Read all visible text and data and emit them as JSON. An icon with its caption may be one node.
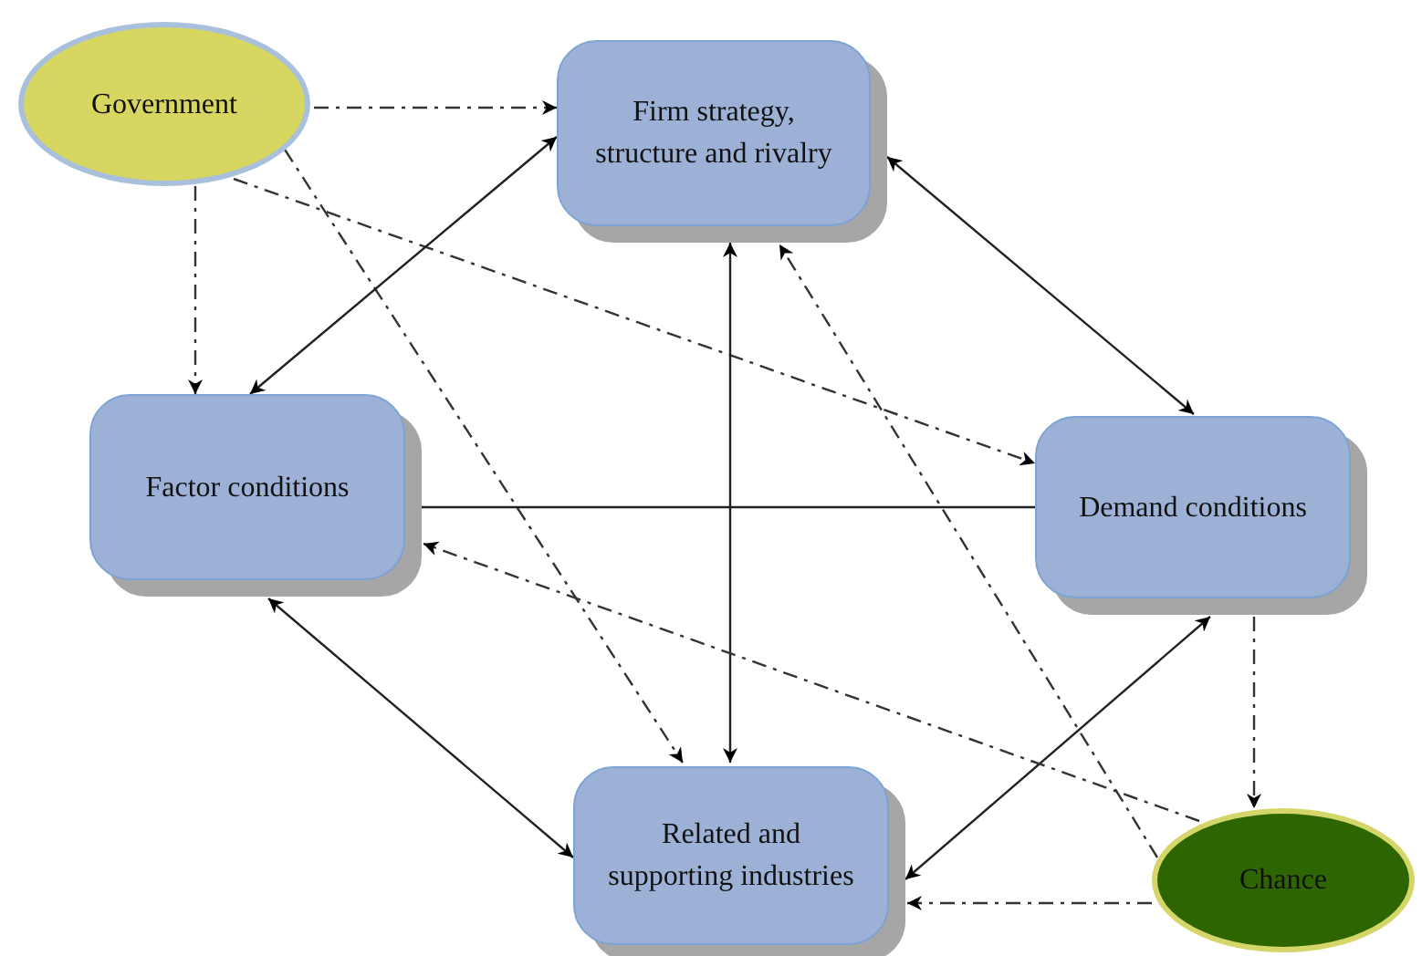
{
  "diagram": {
    "nodes": [
      {
        "text": [
          "Government"
        ]
      },
      {
        "text": [
          "Firm strategy, structure and rivalry"
        ]
      },
      {
        "text": [
          "Factor conditions"
        ]
      },
      {
        "text": [
          "Demand conditions"
        ]
      },
      {
        "text": [
          "Related and supporting industries"
        ]
      },
      {
        "text": [
          "Chance"
        ]
      }
    ],
    "edges": [
      {
        "from": 0,
        "to": 1,
        "arrow": "to",
        "style": "dashed"
      },
      {
        "from": 0,
        "to": 2,
        "arrow": "to",
        "style": "dashed"
      },
      {
        "from": 0,
        "to": 3,
        "arrow": "to",
        "style": "dashed"
      },
      {
        "from": 0,
        "to": 4,
        "arrow": "to",
        "style": "dashed"
      },
      {
        "from": 1,
        "to": 2,
        "arrow": "both"
      },
      {
        "from": 1,
        "to": 3,
        "arrow": "both"
      },
      {
        "from": 1,
        "to": 4,
        "arrow": "both"
      },
      {
        "from": 2,
        "to": 3,
        "arrow": "none"
      },
      {
        "from": 2,
        "to": 4,
        "arrow": "both"
      },
      {
        "from": 3,
        "to": 4,
        "arrow": "both"
      },
      {
        "from": 3,
        "to": 5,
        "arrow": "to",
        "style": "dashed"
      },
      {
        "from": 5,
        "to": 2,
        "arrow": "to",
        "style": "dashed"
      },
      {
        "from": 5,
        "to": 1,
        "arrow": "to",
        "style": "dashed"
      },
      {
        "from": 5,
        "to": 4,
        "arrow": "to",
        "style": "dashed"
      }
    ]
  }
}
